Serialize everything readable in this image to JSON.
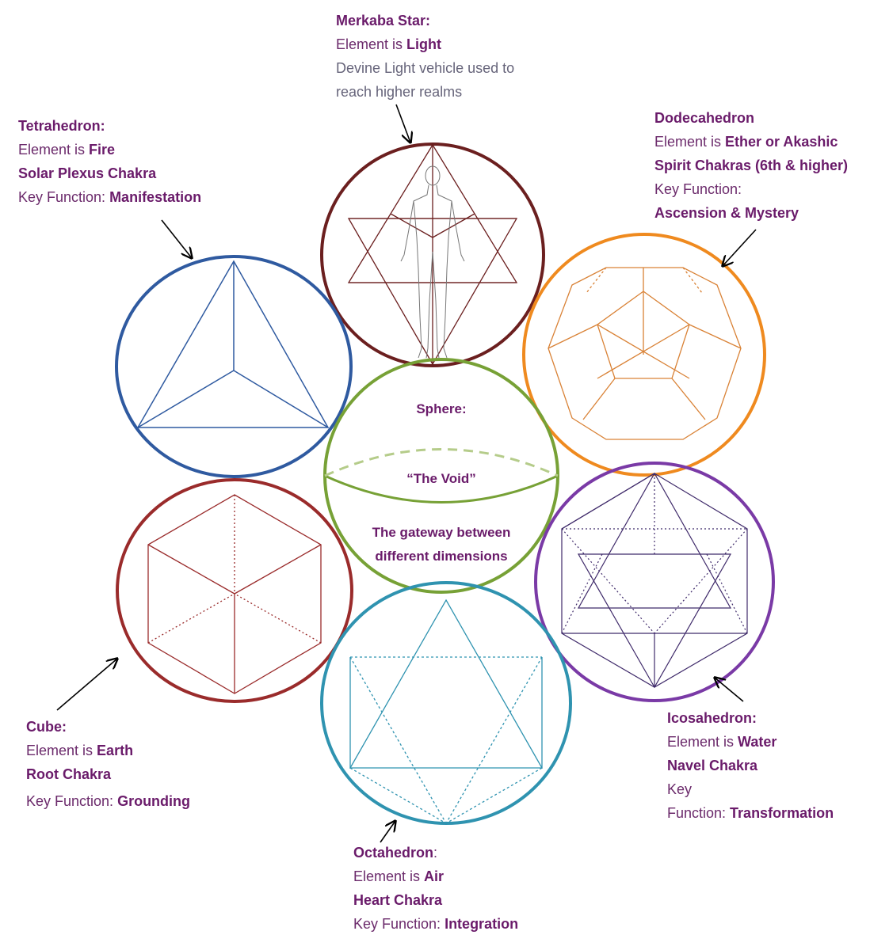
{
  "merkaba": {
    "title": "Merkaba Star:",
    "element_prefix": "Element is ",
    "element": "Light",
    "desc1": "Devine Light vehicle used to",
    "desc2": "reach higher realms",
    "color": "#6b1f1f"
  },
  "tetrahedron": {
    "title": "Tetrahedron:",
    "element_prefix": "Element is ",
    "element": "Fire",
    "chakra": "Solar Plexus Chakra",
    "function_prefix": "Key Function: ",
    "function": "Manifestation",
    "color": "#2f5aa0"
  },
  "dodecahedron": {
    "title": "Dodecahedron",
    "element_prefix": "Element is ",
    "element": "Ether or Akashic",
    "chakra": "Spirit Chakras (6th & higher)",
    "function_prefix": "Key Function:",
    "function": "Ascension & Mystery",
    "color": "#ef8a1f"
  },
  "sphere": {
    "title": "Sphere:",
    "subtitle": "“The Void”",
    "desc1": "The gateway between",
    "desc2": "different dimensions",
    "color": "#77a136"
  },
  "cube": {
    "title": "Cube:",
    "element_prefix": "Element is ",
    "element": "Earth",
    "chakra": "Root Chakra",
    "function_prefix": "Key Function: ",
    "function": "Grounding",
    "color": "#9a2b2b"
  },
  "icosahedron": {
    "title": "Icosahedron:",
    "element_prefix": "Element is ",
    "element": "Water",
    "chakra": "Navel Chakra",
    "function_prefix1": "Key",
    "function_prefix2": "Function: ",
    "function": "Transformation",
    "color": "#7a3aa6"
  },
  "octahedron": {
    "title": "Octahedron",
    "title_suffix": ":",
    "element_prefix": "Element is ",
    "element": "Air",
    "chakra": "Heart Chakra",
    "function_prefix": "Key Function: ",
    "function": "Integration",
    "color": "#2f93b0"
  }
}
